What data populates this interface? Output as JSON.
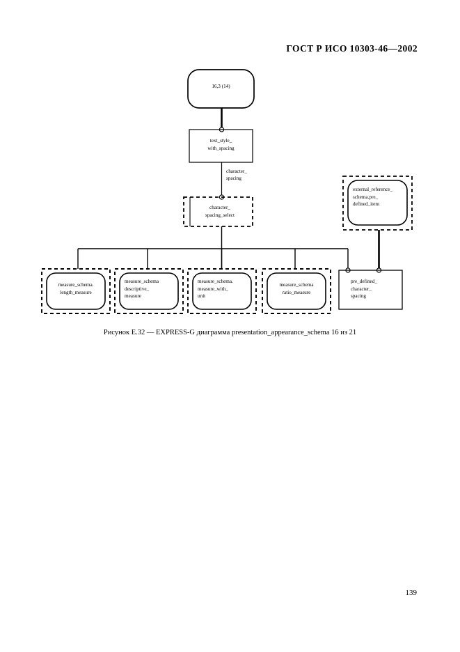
{
  "document": {
    "header_standard": "ГОСТ Р ИСО 10303-46—2002",
    "page_number": "139",
    "figure_caption": "Рисунок Е.32 — EXPRESS-G диаграмма presentation_appearance_schema 16 из 21"
  },
  "colors": {
    "ink": "#000000",
    "paper": "#ffffff"
  },
  "diagram": {
    "type": "EXPRESS-G",
    "nodes": {
      "page_ref": {
        "label": "16,3 (14)",
        "shape": "rounded-rect",
        "border": "solid",
        "align": "center"
      },
      "text_style_with_spacing": {
        "label": "text_style_\nwith_spacing",
        "shape": "rect",
        "border": "solid",
        "align": "center"
      },
      "character_spacing_select": {
        "label": "character_\nspacing_select",
        "shape": "rect-select",
        "border": "dashed",
        "align": "center"
      },
      "external_reference_pre_defined_item": {
        "label": "external_reference_\nschema.pre_\ndefined_item",
        "shape": "rounded-rect-in-dashed-box",
        "border": "dashed-outer-solid-inner",
        "align": "left"
      },
      "length_measure": {
        "label": "measure_schema.\nlength_measure",
        "shape": "rounded-rect-in-dashed-box",
        "border": "dashed-outer-solid-inner",
        "align": "center"
      },
      "descriptive_measure": {
        "label": "measure_schema\ndescriptive_\nmeasure",
        "shape": "rounded-rect-in-dashed-box",
        "border": "dashed-outer-solid-inner",
        "align": "left"
      },
      "measure_with_unit": {
        "label": "measure_schema.\nmeasure_with_\nunit",
        "shape": "rounded-rect-in-dashed-box",
        "border": "dashed-outer-solid-inner",
        "align": "left"
      },
      "ratio_measure": {
        "label": "measure_schema\nratio_measure",
        "shape": "rounded-rect-in-dashed-box",
        "border": "dashed-outer-solid-inner",
        "align": "center"
      },
      "pre_defined_character_spacing": {
        "label": "pre_defined_\ncharacter_\nspacing",
        "shape": "rect",
        "border": "solid",
        "align": "left"
      }
    },
    "edges": {
      "character_spacing": {
        "label": "character_\nspacing"
      }
    }
  }
}
